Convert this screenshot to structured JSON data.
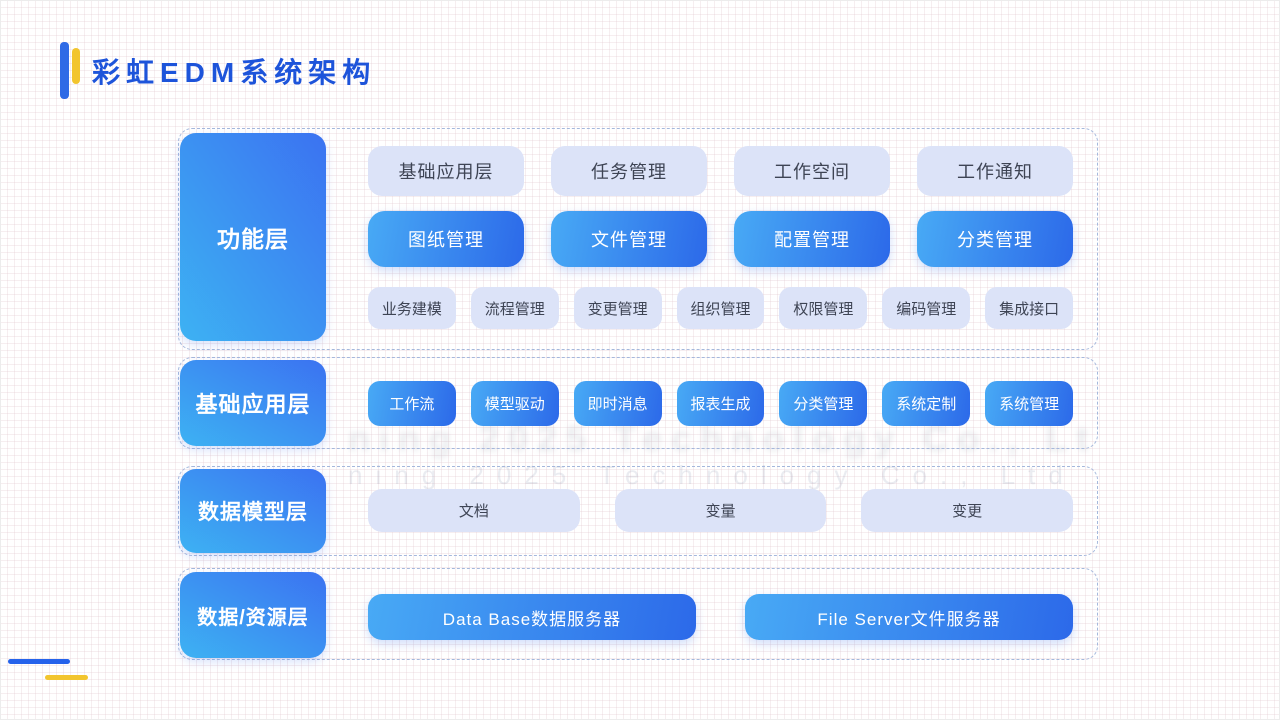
{
  "title": {
    "text": "彩虹EDM系统架构"
  },
  "watermark": {
    "text": "ning 2025 Technology Co., Ltd"
  },
  "colors": {
    "title_blue": "#1d54da",
    "accent_blue": "#2563eb",
    "accent_yellow": "#f2c52e",
    "box_blue_gradient_start": "#48aaf5",
    "box_blue_gradient_end": "#2c69e9",
    "box_lavender": "#dce3f8",
    "dashed_border": "#a5b8dc"
  },
  "layers": [
    {
      "label": "功能层",
      "rows": [
        {
          "style": "light",
          "items": [
            "基础应用层",
            "任务管理",
            "工作空间",
            "工作通知"
          ]
        },
        {
          "style": "blue",
          "items": [
            "图纸管理",
            "文件管理",
            "配置管理",
            "分类管理"
          ]
        },
        {
          "style": "light-small",
          "items": [
            "业务建模",
            "流程管理",
            "变更管理",
            "组织管理",
            "权限管理",
            "编码管理",
            "集成接口"
          ]
        }
      ]
    },
    {
      "label": "基础应用层",
      "rows": [
        {
          "style": "blue-small",
          "items": [
            "工作流",
            "模型驱动",
            "即时消息",
            "报表生成",
            "分类管理",
            "系统定制",
            "系统管理"
          ]
        }
      ]
    },
    {
      "label": "数据模型层",
      "rows": [
        {
          "style": "light-wide",
          "items": [
            "文档",
            "变量",
            "变更"
          ]
        }
      ]
    },
    {
      "label": "数据/资源层",
      "rows": [
        {
          "style": "blue-wide",
          "items": [
            "Data Base数据服务器",
            "File Server文件服务器"
          ]
        }
      ]
    }
  ]
}
